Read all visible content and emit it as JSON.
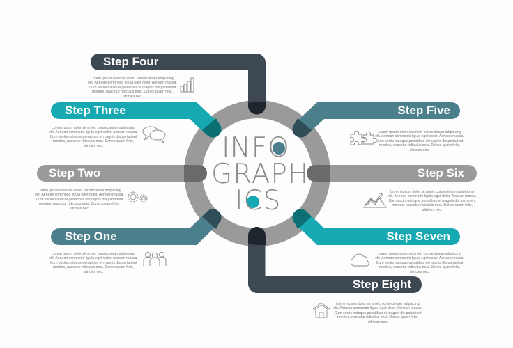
{
  "title": {
    "line1": "INFO",
    "line2": "GRAPH",
    "line3": "ICS"
  },
  "colors": {
    "dark_slate": "#3d4852",
    "teal": "#16a9b1",
    "steel_blue": "#4c7f8c",
    "gray": "#999999",
    "ring": "#9a9a9a",
    "text_gray": "#777777",
    "icon_gray": "#888888",
    "background": "#fdfdfd"
  },
  "steps": [
    {
      "id": "step-one",
      "label": "Step One",
      "icon": "people-icon",
      "color": "#4c7f8c",
      "text": "Lorem ipsum dolor sit amet, consectetuer adipiscing elit. Aenean commodo ligula eget dolor. Aenean massa. Cum sociis natoque penatibus et magnis dis parturient montes, nascetur ridiculus mus. Donec quam felis, ultricies nec."
    },
    {
      "id": "step-two",
      "label": "Step Two",
      "icon": "gears-icon",
      "color": "#999999",
      "text": "Lorem ipsum dolor sit amet, consectetuer adipiscing elit. Aenean commodo ligula eget dolor. Aenean massa. Cum sociis natoque penatibus et magnis dis parturient montes, nascetur ridiculus mus. Donec quam felis, ultricies nec."
    },
    {
      "id": "step-three",
      "label": "Step Three",
      "icon": "chat-bubbles-icon",
      "color": "#16a9b1",
      "text": "Lorem ipsum dolor sit amet, consectetuer adipiscing elit. Aenean commodo ligula eget dolor. Aenean massa. Cum sociis natoque penatibus et magnis dis parturient montes, nascetur ridiculus mus. Donec quam felis, ultricies nec."
    },
    {
      "id": "step-four",
      "label": "Step Four",
      "icon": "bar-chart-icon",
      "color": "#3d4852",
      "text": "Lorem ipsum dolor sit amet, consectetuer adipiscing elit. Aenean commodo ligula eget dolor. Aenean massa. Cum sociis natoque penatibus et magnis dis parturient montes, nascetur ridiculus mus. Donec quam felis, ultricies nec."
    },
    {
      "id": "step-five",
      "label": "Step Five",
      "icon": "puzzle-icon",
      "color": "#4c7f8c",
      "text": "Lorem ipsum dolor sit amet, consectetuer adipiscing elit. Aenean commodo ligula eget dolor. Aenean massa. Cum sociis natoque penatibus et magnis dis parturient montes, nascetur ridiculus mus. Donec quam felis, ultricies nec."
    },
    {
      "id": "step-six",
      "label": "Step Six",
      "icon": "mountain-chart-icon",
      "color": "#999999",
      "text": "Lorem ipsum dolor sit amet, consectetuer adipiscing elit. Aenean commodo ligula eget dolor. Aenean massa. Cum sociis natoque penatibus et magnis dis parturient montes, nascetur ridiculus mus. Donec quam felis, ultricies nec."
    },
    {
      "id": "step-seven",
      "label": "Step Seven",
      "icon": "cloud-icon",
      "color": "#16a9b1",
      "text": "Lorem ipsum dolor sit amet, consectetuer adipiscing elit. Aenean commodo ligula eget dolor. Aenean massa. Cum sociis natoque penatibus et magnis dis parturient montes, nascetur ridiculus mus. Donec quam felis, ultricies nec."
    },
    {
      "id": "step-eight",
      "label": "Step Eight",
      "icon": "house-icon",
      "color": "#3d4852",
      "text": "Lorem ipsum dolor sit amet, consectetuer adipiscing elit. Aenean commodo ligula eget dolor. Aenean massa. Cum sociis natoque penatibus et magnis dis parturient montes, nascetur ridiculus mus. Donec quam felis, ultricies nec."
    }
  ]
}
